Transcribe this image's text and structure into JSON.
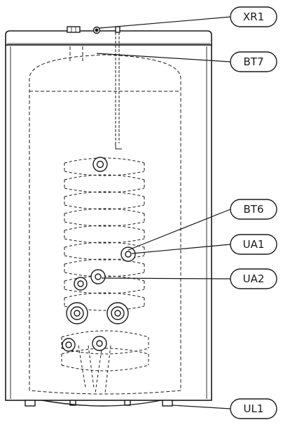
{
  "diagram": {
    "labels": {
      "xr1": "XR1",
      "bt7": "BT7",
      "bt6": "BT6",
      "ua1": "UA1",
      "ua2": "UA2",
      "ul1": "UL1"
    }
  },
  "colors": {
    "stroke": "#1a1a1a",
    "casing_fill": "#f7f7f7",
    "background": "#ffffff"
  }
}
